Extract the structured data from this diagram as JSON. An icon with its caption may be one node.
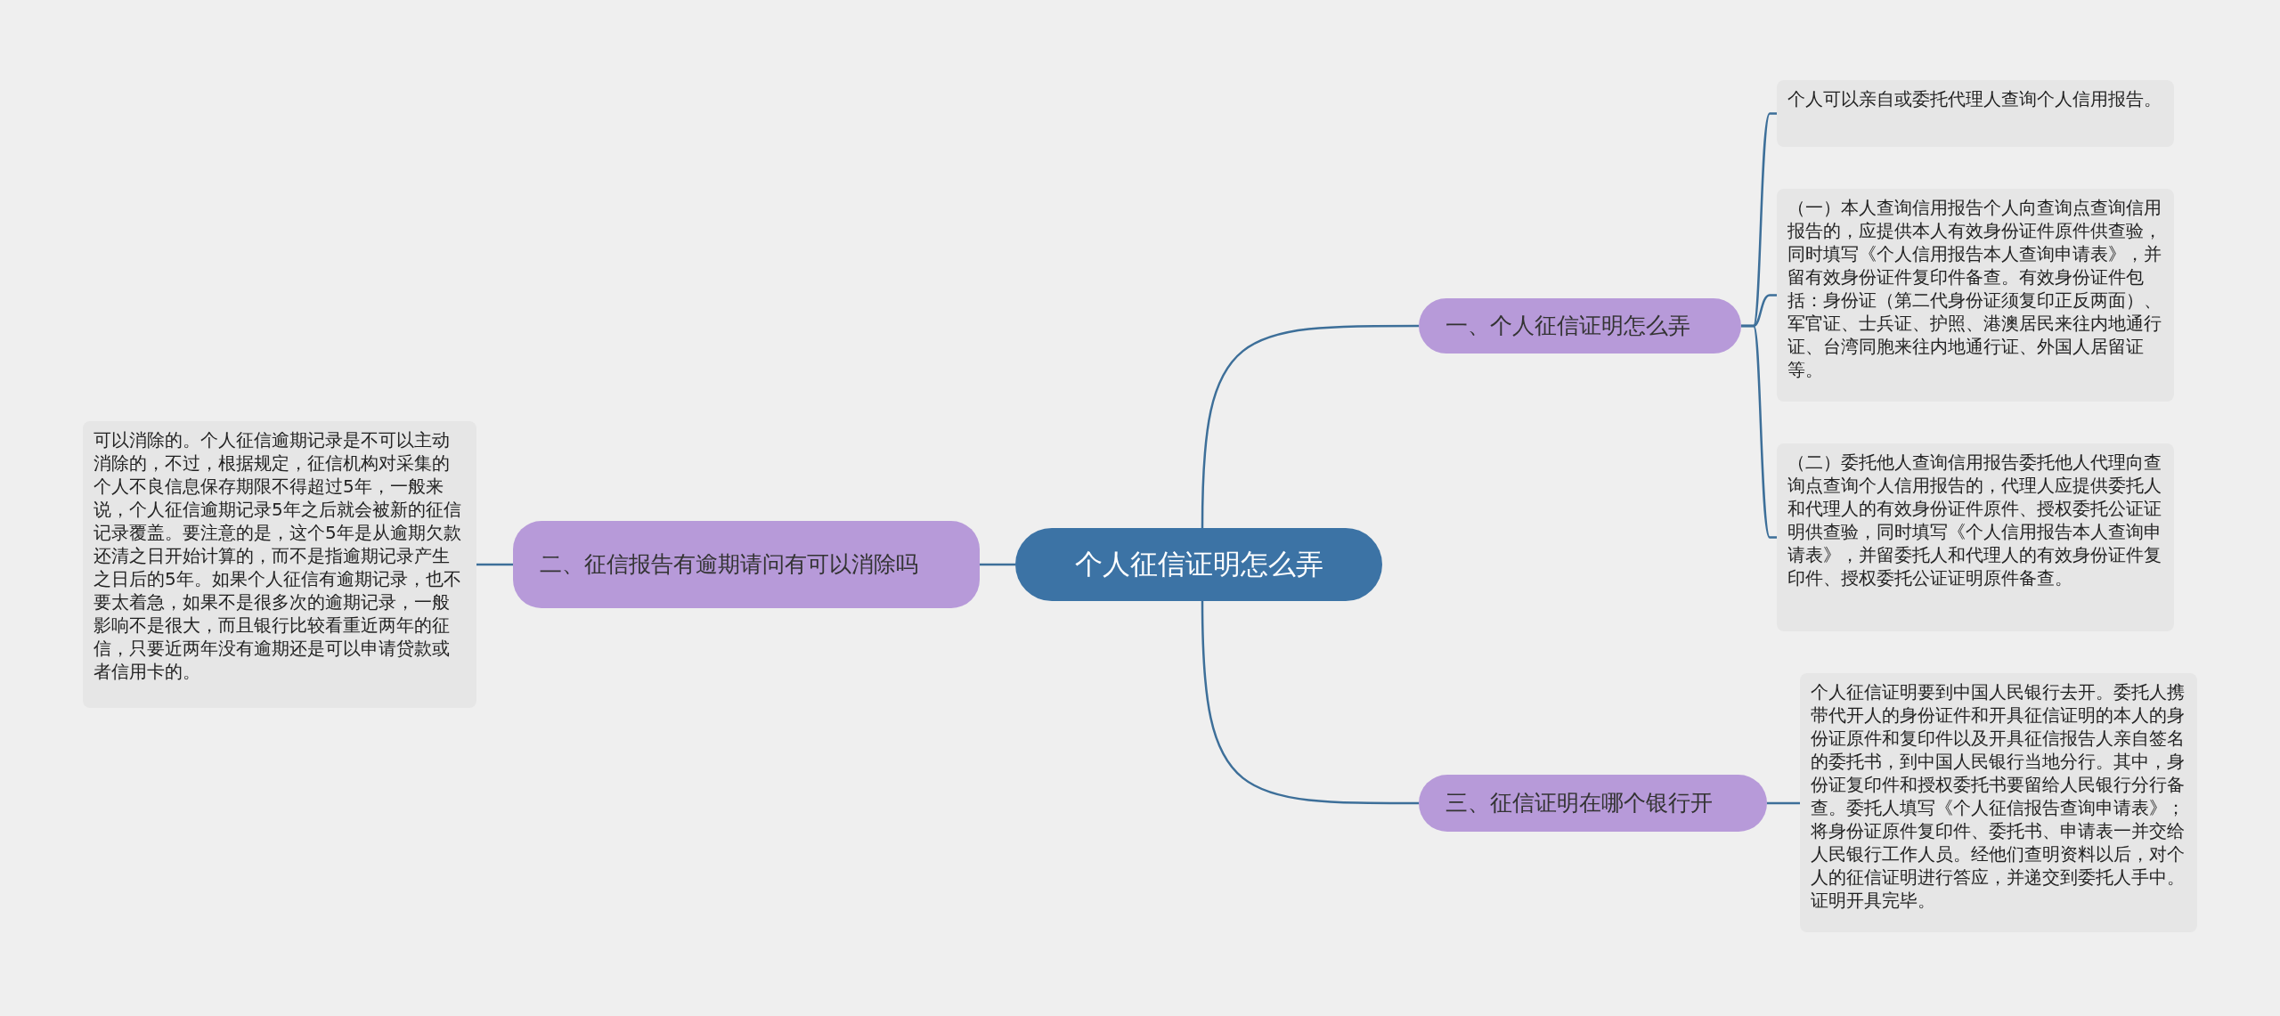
{
  "diagram": {
    "nodes": [
      {
        "text": [
          "个人征信证明怎么弄"
        ]
      },
      {
        "text": [
          "一、个人征信证明怎么弄"
        ]
      },
      {
        "text": [
          "个人可以亲自或委托代理人查询个人信用报告。"
        ]
      },
      {
        "text": [
          "（一）本人查询信用报告个人向查询点查询信用报告的，应提供本人有效身份证件原件供查验，同时填写《个人信用报告本人查询申请表》，并留有效身份证件复印件备查。有效身份证件包括：身份证（第二代身份证须复印正反两面）、军官证、士兵证、护照、港澳居民来往内地通行证、台湾同胞来往内地通行证、外国人居留证等。"
        ]
      },
      {
        "text": [
          "（二）委托他人查询信用报告委托他人代理向查询点查询个人信用报告的，代理人应提供委托人和代理人的有效身份证件原件、授权委托公证证明供查验，同时填写《个人信用报告本人查询申请表》，并留委托人和代理人的有效身份证件复印件、授权委托公证证明原件备查。"
        ]
      },
      {
        "text": [
          "二、征信报告有逾期请问有可以消除吗"
        ]
      },
      {
        "text": [
          "可以消除的。个人征信逾期记录是不可以主动消除的，不过，根据规定，征信机构对采集的个人不良信息保存期限不得超过5年，一般来说，个人征信逾期记录5年之后就会被新的征信记录覆盖。要注意的是，这个5年是从逾期欠款还清之日开始计算的，而不是指逾期记录产生之日后的5年。如果个人征信有逾期记录，也不要太着急，如果不是很多次的逾期记录，一般影响不是很大，而且银行比较看重近两年的征信，只要近两年没有逾期还是可以申请贷款或者信用卡的。"
        ]
      },
      {
        "text": [
          "三、征信证明在哪个银行开"
        ]
      },
      {
        "text": [
          "个人征信证明要到中国人民银行去开。委托人携带代开人的身份证件和开具征信证明的本人的身份证原件和复印件以及开具征信报告人亲自签名的委托书，到中国人民银行当地分行。其中，身份证复印件和授权委托书要留给人民银行分行备查。委托人填写《个人征信报告查询申请表》；将身份证原件复印件、委托书、申请表一并交给人民银行工作人员。经他们查明资料以后，对个人的征信证明进行答应，并递交到委托人手中。证明开具完毕。"
        ]
      }
    ],
    "edges": [
      {
        "from": 0,
        "to": 1,
        "arrow": "none"
      },
      {
        "from": 1,
        "to": 2,
        "arrow": "none"
      },
      {
        "from": 1,
        "to": 3,
        "arrow": "none"
      },
      {
        "from": 1,
        "to": 4,
        "arrow": "none"
      },
      {
        "from": 0,
        "to": 5,
        "arrow": "none"
      },
      {
        "from": 5,
        "to": 6,
        "arrow": "none"
      },
      {
        "from": 0,
        "to": 7,
        "arrow": "none"
      },
      {
        "from": 7,
        "to": 8,
        "arrow": "none"
      }
    ]
  }
}
